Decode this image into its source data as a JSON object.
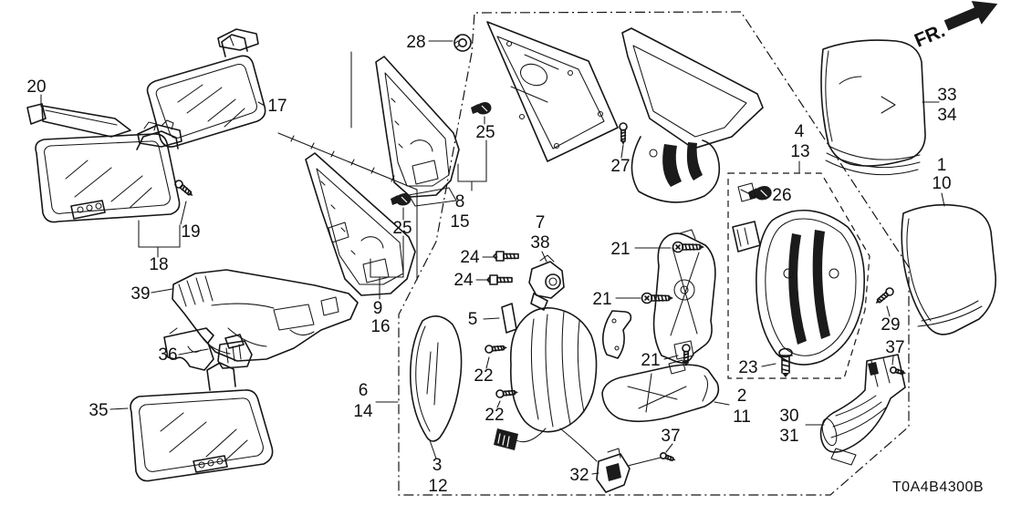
{
  "diagram": {
    "code": "T0A4B4300B",
    "direction_indicator": "FR.",
    "background_color": "#ffffff",
    "line_color": "#161616"
  },
  "callouts": {
    "c1": "1",
    "c2": "2",
    "c3": "3",
    "c4": "4",
    "c5": "5",
    "c6": "6",
    "c7": "7",
    "c8": "8",
    "c9": "9",
    "c10": "10",
    "c11": "11",
    "c12": "12",
    "c13": "13",
    "c14": "14",
    "c15": "15",
    "c16": "16",
    "c17": "17",
    "c18": "18",
    "c19": "19",
    "c20": "20",
    "c21a": "21",
    "c21b": "21",
    "c21c": "21",
    "c22a": "22",
    "c22b": "22",
    "c23": "23",
    "c24a": "24",
    "c24b": "24",
    "c25a": "25",
    "c25b": "25",
    "c26": "26",
    "c27": "27",
    "c28": "28",
    "c29": "29",
    "c30": "30",
    "c31": "31",
    "c32": "32",
    "c33": "33",
    "c34": "34",
    "c35": "35",
    "c36": "36",
    "c37a": "37",
    "c37b": "37",
    "c38": "38",
    "c39": "39"
  }
}
